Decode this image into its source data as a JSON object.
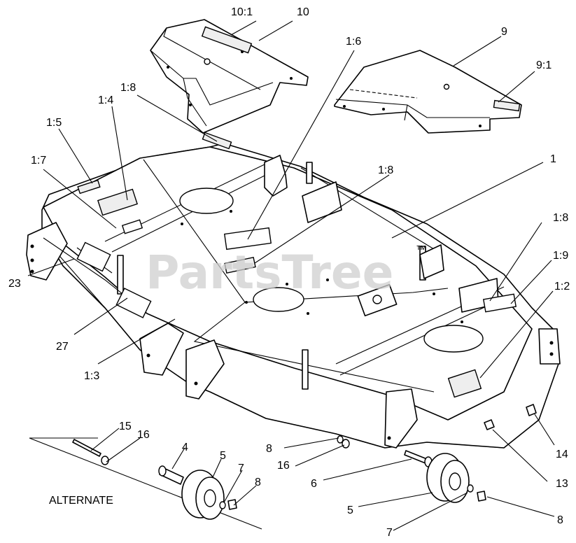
{
  "watermark": {
    "text": "PartsTree",
    "trademark": "™"
  },
  "alternate_label": "ALTERNATE",
  "callouts": {
    "c10_1": "10:1",
    "c10": "10",
    "c9": "9",
    "c9_1": "9:1",
    "c1_6": "1:6",
    "c1_8a": "1:8",
    "c1_4": "1:4",
    "c1_5": "1:5",
    "c1_7": "1:7",
    "c1_8b": "1:8",
    "c1": "1",
    "c1_8c": "1:8",
    "c1_9": "1:9",
    "c1_2": "1:2",
    "c23": "23",
    "c27": "27",
    "c1_3": "1:3",
    "c15": "15",
    "c16a": "16",
    "c4": "4",
    "c5a": "5",
    "c7a": "7",
    "c8a": "8",
    "c8b": "8",
    "c16b": "16",
    "c6": "6",
    "c14": "14",
    "c13": "13",
    "c5b": "5",
    "c7b": "7",
    "c8c": "8"
  },
  "colors": {
    "line": "#000000",
    "paper": "#ffffff",
    "watermark": "#cfcfcf"
  }
}
